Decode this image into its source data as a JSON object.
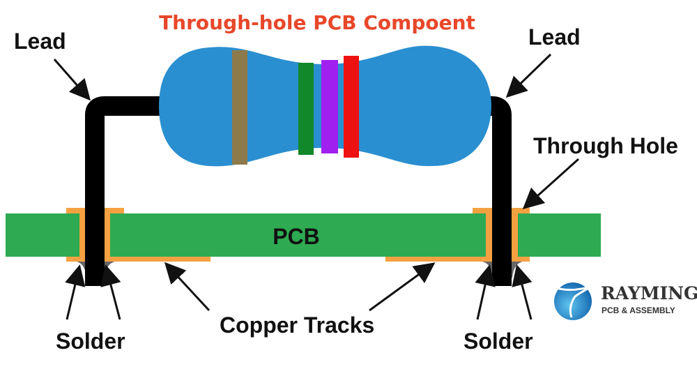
{
  "title": "Through-hole PCB Compoent",
  "labels": {
    "lead_left": "Lead",
    "lead_right": "Lead",
    "through_hole": "Through Hole",
    "pcb": "PCB",
    "copper_tracks": "Copper Tracks",
    "solder_left": "Solder",
    "solder_right": "Solder"
  },
  "logo": {
    "name": "RAYMING",
    "tagline": "PCB & ASSEMBLY"
  },
  "colors": {
    "title": "#e8472a",
    "pcb": "#2eaa52",
    "copper": "#f5a142",
    "resistor_body": "#2a8fd0",
    "lead": "#000000",
    "bands": [
      "#8c7a4a",
      "#11882a",
      "#a020f0",
      "#ee1111"
    ]
  }
}
